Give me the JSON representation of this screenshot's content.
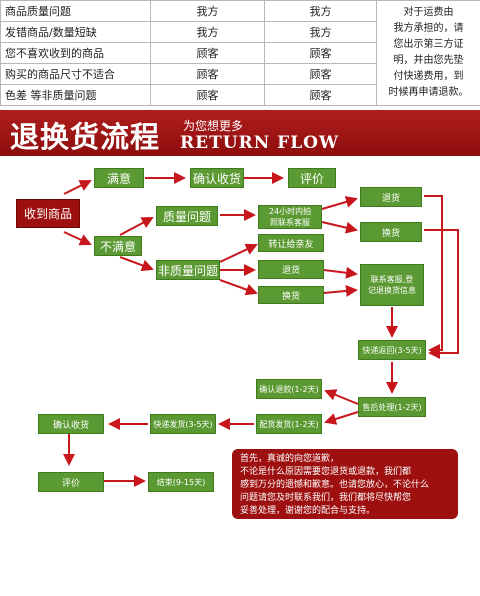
{
  "table": {
    "rows": [
      [
        "商品质量问题",
        "我方",
        "我方"
      ],
      [
        "发错商品/数量短缺",
        "我方",
        "我方"
      ],
      [
        "您不喜欢收到的商品",
        "顾客",
        "顾客"
      ],
      [
        "购买的商品尺寸不适合",
        "顾客",
        "顾客"
      ],
      [
        "色差 等非质量问题",
        "顾客",
        "顾客"
      ]
    ],
    "note": [
      "对于运费由",
      "我方承担的，请",
      "您出示第三方证",
      "明，并由您先垫",
      "付快递费用，到",
      "时候再申请退款。"
    ]
  },
  "banner": {
    "title": "退换货流程",
    "subtitle": "为您想更多",
    "subtitle_en": "RETURN FLOW"
  },
  "nodes": {
    "received": "收到商品",
    "satisfied": "满意",
    "confirm": "确认收货",
    "review": "评价",
    "unsatisfied": "不满意",
    "quality": "质量问题",
    "contact24_1": "24小时内拍",
    "contact24_2": "照联系客服",
    "refund": "退货",
    "exchange": "换货",
    "nonquality": "非质量问题",
    "transfer": "转让给亲友",
    "refund2": "退货",
    "exchange2": "换货",
    "service_1": "联系客服,登",
    "service_2": "记退换货信息",
    "express1": "快递返回(3-5天)",
    "aftersale": "售后处理(1-2天)",
    "confirm_refund": "确认退款(1-2天)",
    "dispatch": "配货发货(1-2天)",
    "express2": "快递发货(3-5天)",
    "confirm2": "确认收货",
    "review2": "评价",
    "end": "结束(9-15天)"
  },
  "notice": [
    "首先，真诚的向您道歉，",
    "不论是什么原因需要您退货或退款，我们都",
    "感到万分的遗憾和歉意。也请您放心，不论什么",
    "问题请您及时联系我们，我们都将尽快帮您",
    "妥善处理，谢谢您的配合与支持。"
  ],
  "colors": {
    "green": "#5b9a32",
    "red": "#9e1010",
    "arrow": "#c8161d"
  }
}
